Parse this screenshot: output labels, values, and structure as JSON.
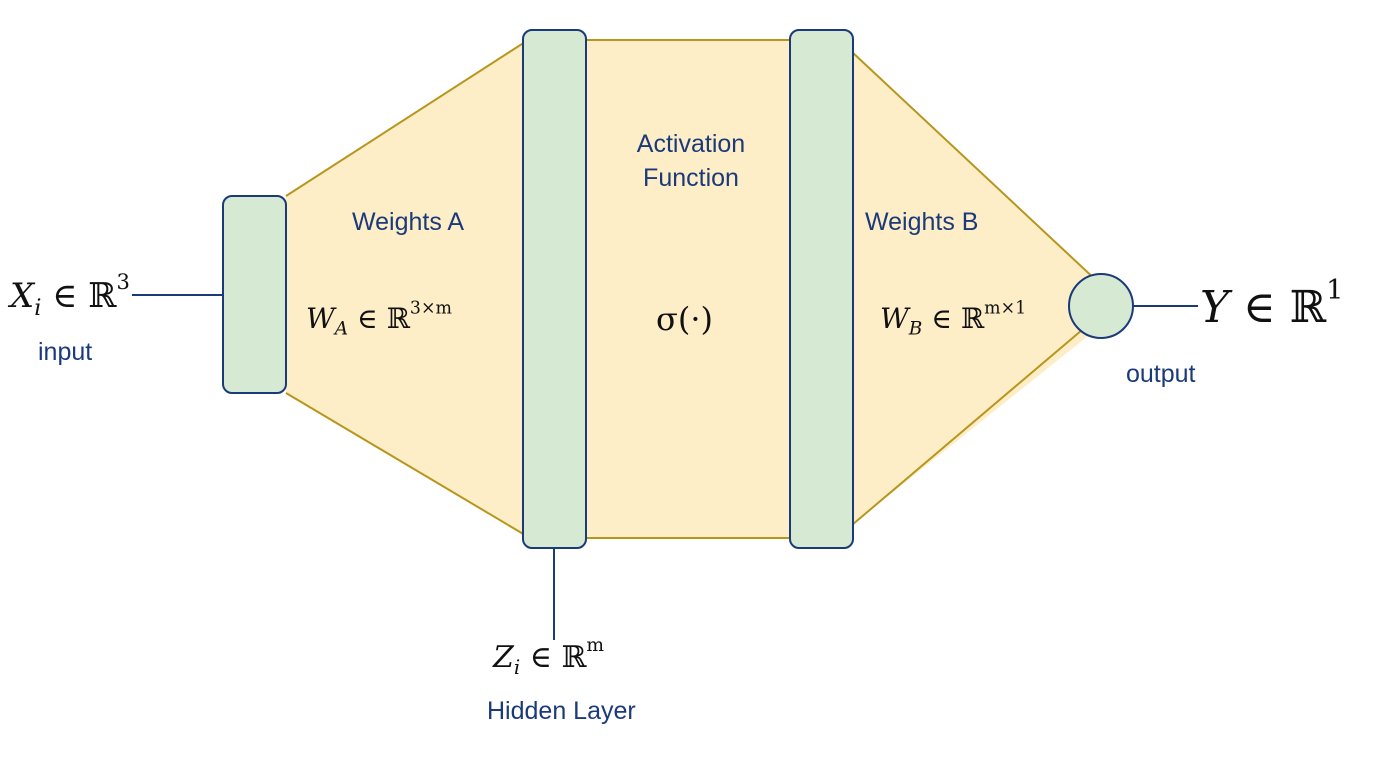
{
  "colors": {
    "fill_yellow": "#fdeec8",
    "edge_gold": "#b8961e",
    "block_fill": "#d6e9d2",
    "block_stroke": "#1b3a7a",
    "label_blue": "#1b3a7a",
    "math_black": "#111111"
  },
  "labels": {
    "input": "input",
    "hidden_layer": "Hidden Layer",
    "output": "output",
    "weights_a": "Weights A",
    "weights_b": "Weights B",
    "activation_line1": "Activation",
    "activation_line2": "Function"
  },
  "math": {
    "x_var": "X",
    "x_sub": "i",
    "x_rel": " ∈ ℝ",
    "x_sup": "3",
    "wa_var": "W",
    "wa_sub": "A",
    "wa_rel": " ∈ ℝ",
    "wa_sup": "3×m",
    "sigma": "σ(·)",
    "wb_var": "W",
    "wb_sub": "B",
    "wb_rel": " ∈ ℝ",
    "wb_sup": "m×1",
    "z_var": "Z",
    "z_sub": "i",
    "z_rel": " ∈ ℝ",
    "z_sup": "m",
    "y_var": "Y",
    "y_rel": " ∈ ℝ",
    "y_sup": "1"
  }
}
